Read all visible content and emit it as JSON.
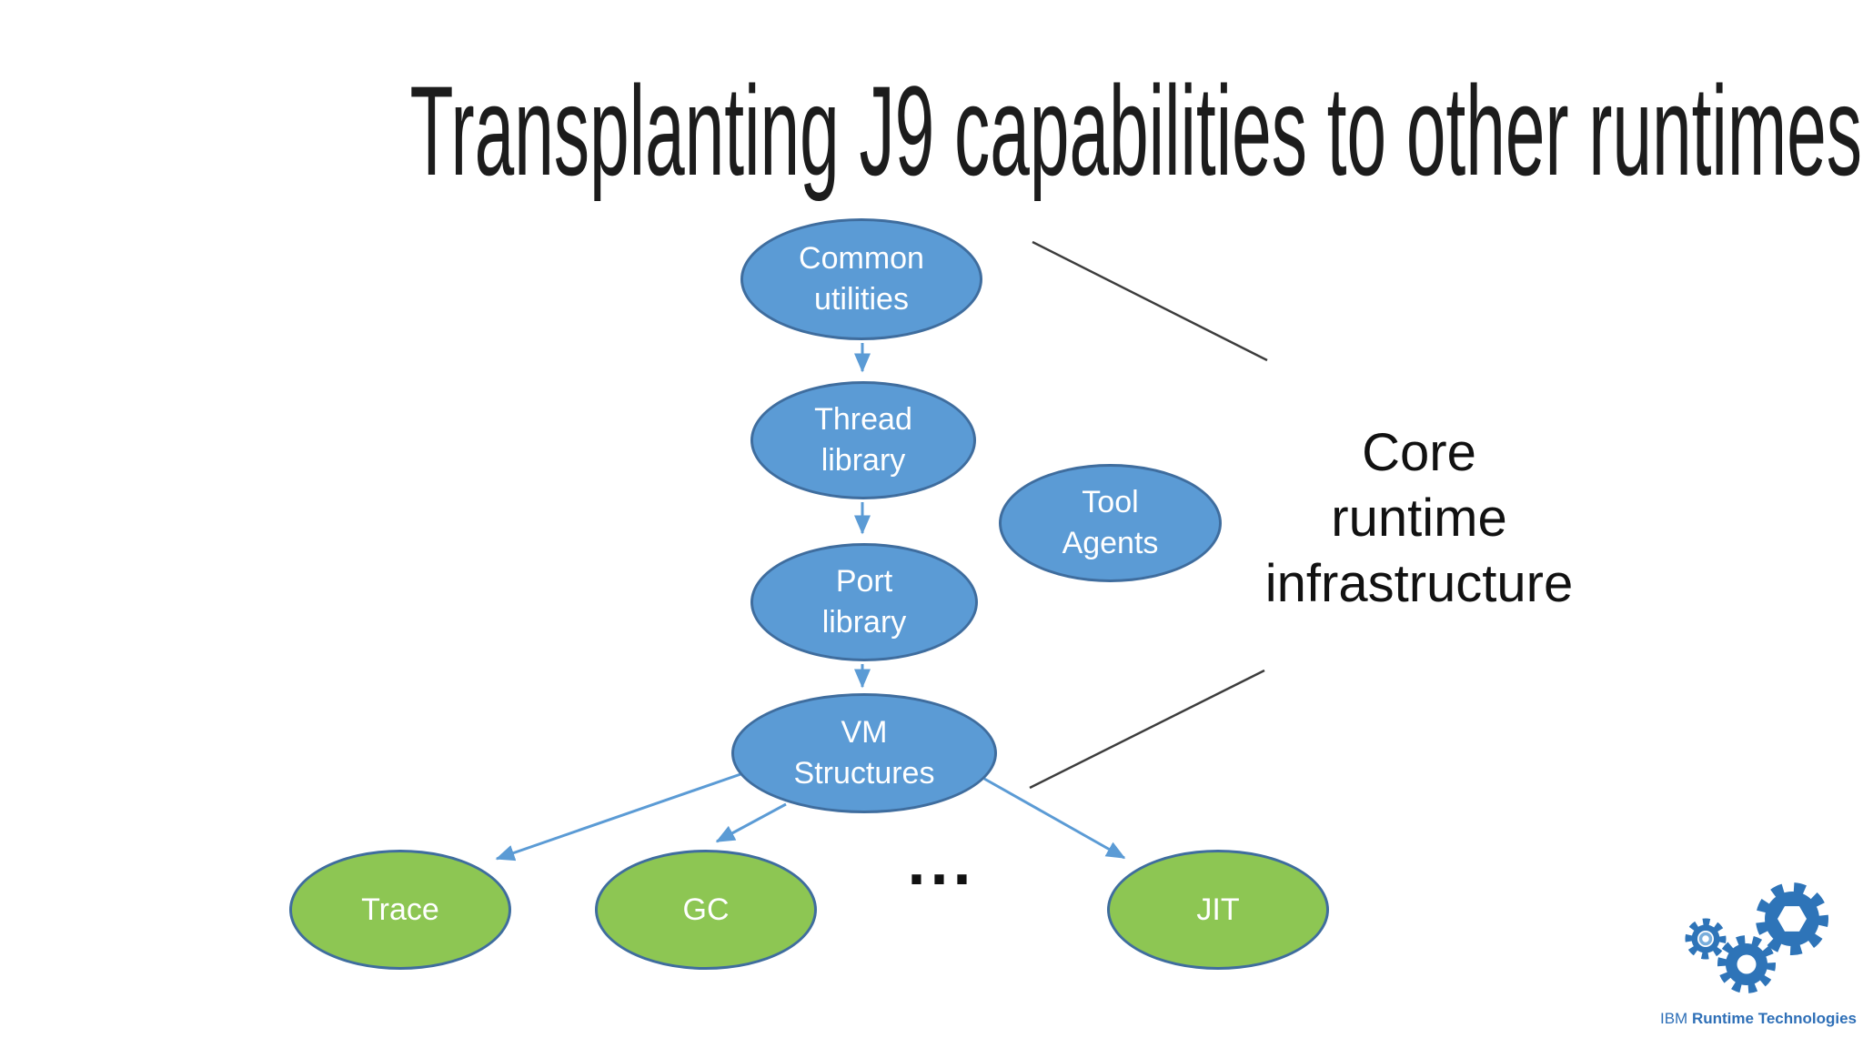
{
  "slide": {
    "title": "Transplanting J9 capabilities to other runtimes",
    "annotation": "Core\nruntime\ninfrastructure",
    "ellipsis": "..."
  },
  "nodes": {
    "common_utilities": {
      "label": "Common\nutilities",
      "color": "blue"
    },
    "thread_library": {
      "label": "Thread\nlibrary",
      "color": "blue"
    },
    "port_library": {
      "label": "Port\nlibrary",
      "color": "blue"
    },
    "tool_agents": {
      "label": "Tool\nAgents",
      "color": "blue"
    },
    "vm_structures": {
      "label": "VM\nStructures",
      "color": "blue"
    },
    "trace": {
      "label": "Trace",
      "color": "green"
    },
    "gc": {
      "label": "GC",
      "color": "green"
    },
    "jit": {
      "label": "JIT",
      "color": "green"
    }
  },
  "edges": [
    {
      "from": "common_utilities",
      "to": "thread_library"
    },
    {
      "from": "thread_library",
      "to": "port_library"
    },
    {
      "from": "port_library",
      "to": "vm_structures"
    },
    {
      "from": "vm_structures",
      "to": "trace"
    },
    {
      "from": "vm_structures",
      "to": "gc"
    },
    {
      "from": "vm_structures",
      "to": "jit"
    }
  ],
  "bracket": {
    "label_target": "Core runtime infrastructure",
    "lines": 2
  },
  "logo": {
    "brand": "IBM",
    "product": "Runtime Technologies"
  },
  "colors": {
    "node_fill_blue": "#5B9BD5",
    "node_fill_green": "#8DC653",
    "node_border": "#3F6D9E",
    "arrow": "#5B9BD5",
    "bracket_line": "#3D3D3D",
    "logo_blue": "#2E6FB7",
    "title_text": "#1C1C1C"
  }
}
